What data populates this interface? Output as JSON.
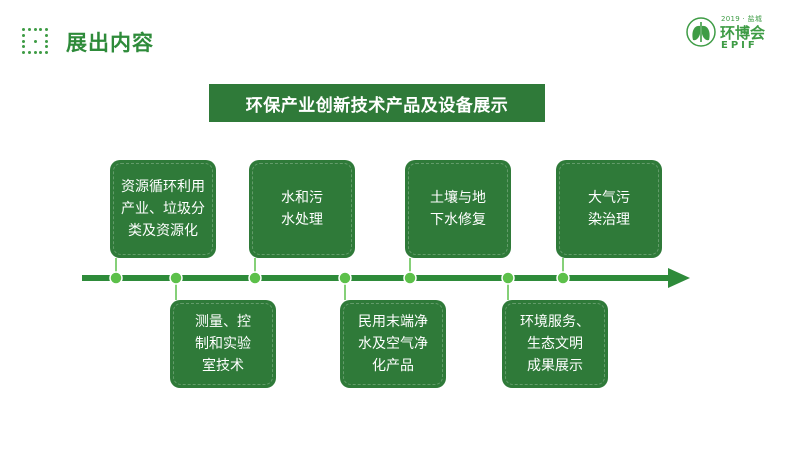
{
  "header": {
    "title": "展出内容",
    "brand": {
      "year": "2019 · 盐城",
      "name": "环博会",
      "abbr": "EPIF"
    }
  },
  "banner": {
    "text": "环保产业创新技术产品及设备展示"
  },
  "colors": {
    "primary": "#2f7a39",
    "line": "#2e8b3a",
    "dot": "#5cc04a"
  },
  "nodes": [
    {
      "label": "资源循环利用\n产业、垃圾分\n类及资源化",
      "position": "above"
    },
    {
      "label": "测量、控\n制和实验\n室技术",
      "position": "below"
    },
    {
      "label": "水和污\n水处理",
      "position": "above"
    },
    {
      "label": "民用末端净\n水及空气净\n化产品",
      "position": "below"
    },
    {
      "label": "土壤与地\n下水修复",
      "position": "above"
    },
    {
      "label": "环境服务、\n生态文明\n成果展示",
      "position": "below"
    },
    {
      "label": "大气污\n染治理",
      "position": "above"
    }
  ]
}
